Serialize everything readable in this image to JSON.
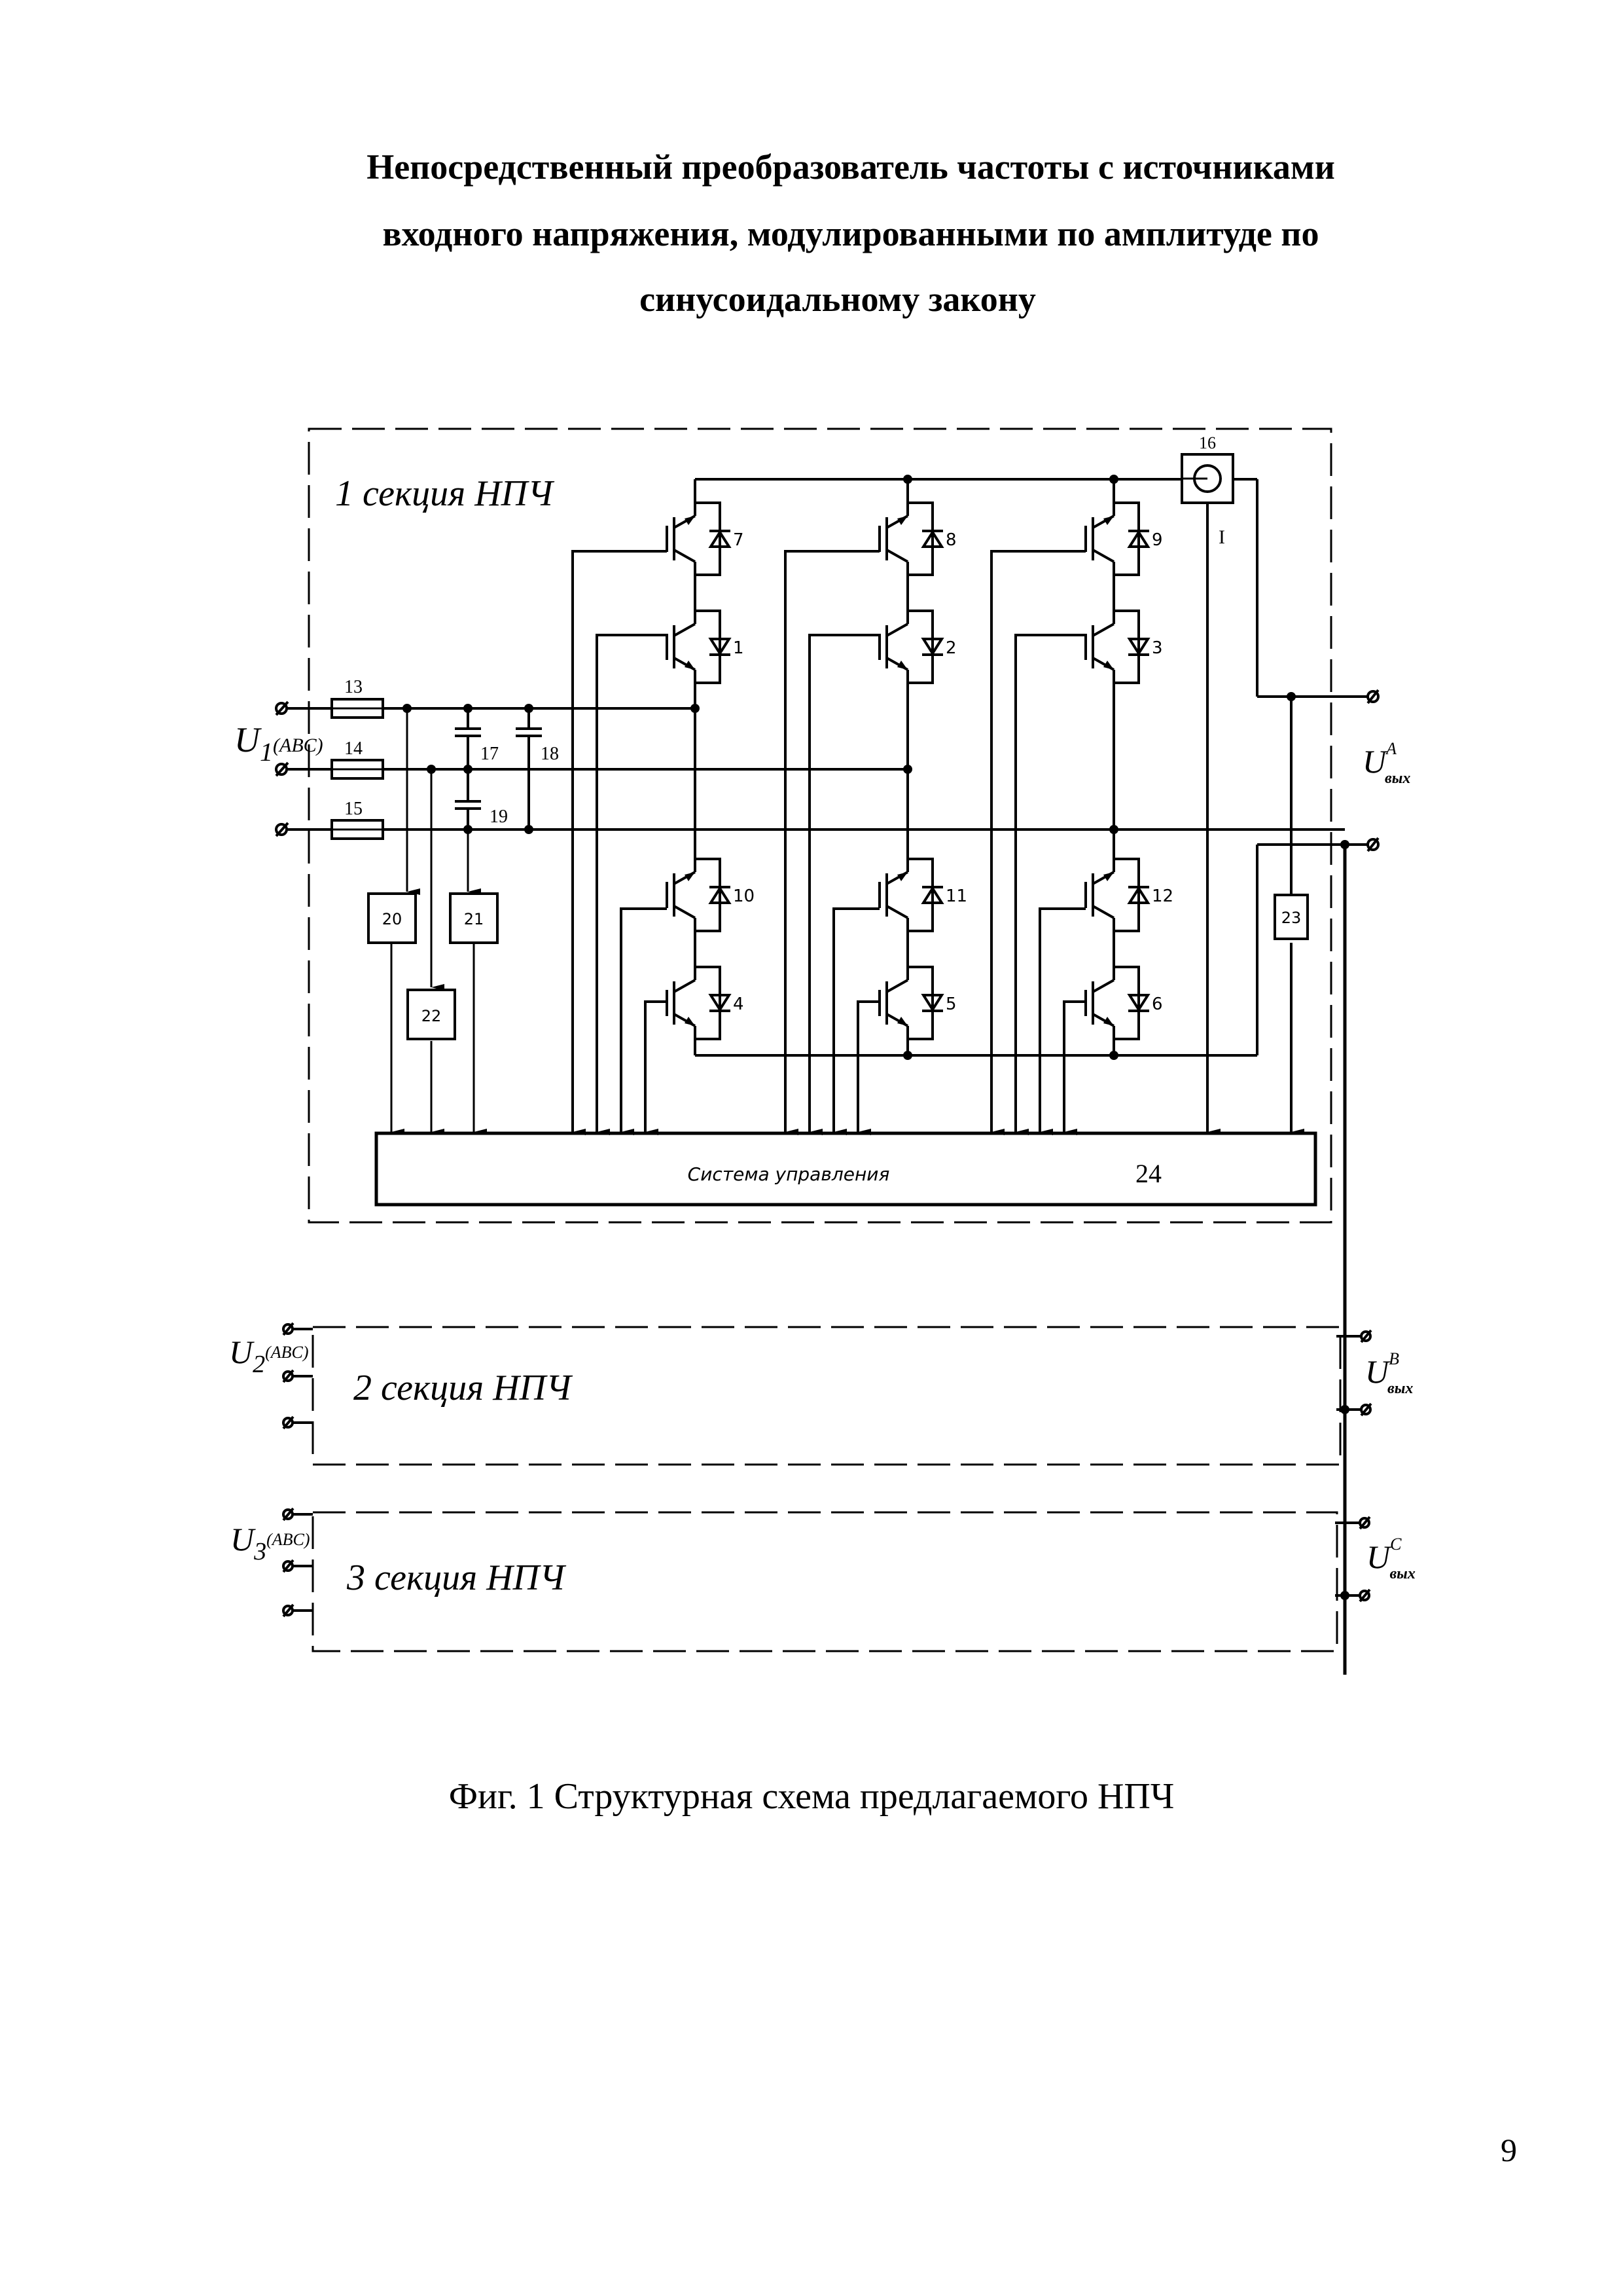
{
  "document": {
    "title_lines": [
      "Непосредственный преобразователь частоты с источниками",
      "входного напряжения, модулированными по амплитуде по",
      "синусоидальному закону"
    ],
    "caption": "Фиг. 1  Структурная схема предлагаемого НПЧ",
    "page_number": "9"
  },
  "schematic": {
    "sections": [
      {
        "label": "1 секция НПЧ",
        "input_label_main": "U",
        "input_label_sub": "1",
        "input_label_phase": "(ABC)"
      },
      {
        "label": "2 секция НПЧ",
        "input_label_main": "U",
        "input_label_sub": "2",
        "input_label_phase": "(ABC)"
      },
      {
        "label": "3 секция НПЧ",
        "input_label_main": "U",
        "input_label_sub": "3",
        "input_label_phase": "(ABC)"
      }
    ],
    "outputs": [
      {
        "main": "U",
        "sup": "A",
        "sub": "вых"
      },
      {
        "main": "U",
        "sup": "B",
        "sub": "вых"
      },
      {
        "main": "U",
        "sup": "C",
        "sub": "вых"
      }
    ],
    "fuses": [
      "13",
      "14",
      "15"
    ],
    "capacitors": [
      "17",
      "18",
      "19"
    ],
    "sensor_blocks": [
      "20",
      "21",
      "22",
      "23"
    ],
    "current_sensor": {
      "label": "16",
      "current_symbol": "I"
    },
    "transistors_upper_top": [
      "7",
      "8",
      "9"
    ],
    "transistors_upper_bottom": [
      "1",
      "2",
      "3"
    ],
    "transistors_lower_top": [
      "10",
      "11",
      "12"
    ],
    "transistors_lower_bottom": [
      "4",
      "5",
      "6"
    ],
    "control_system": {
      "label": "Система управления",
      "number": "24"
    }
  }
}
